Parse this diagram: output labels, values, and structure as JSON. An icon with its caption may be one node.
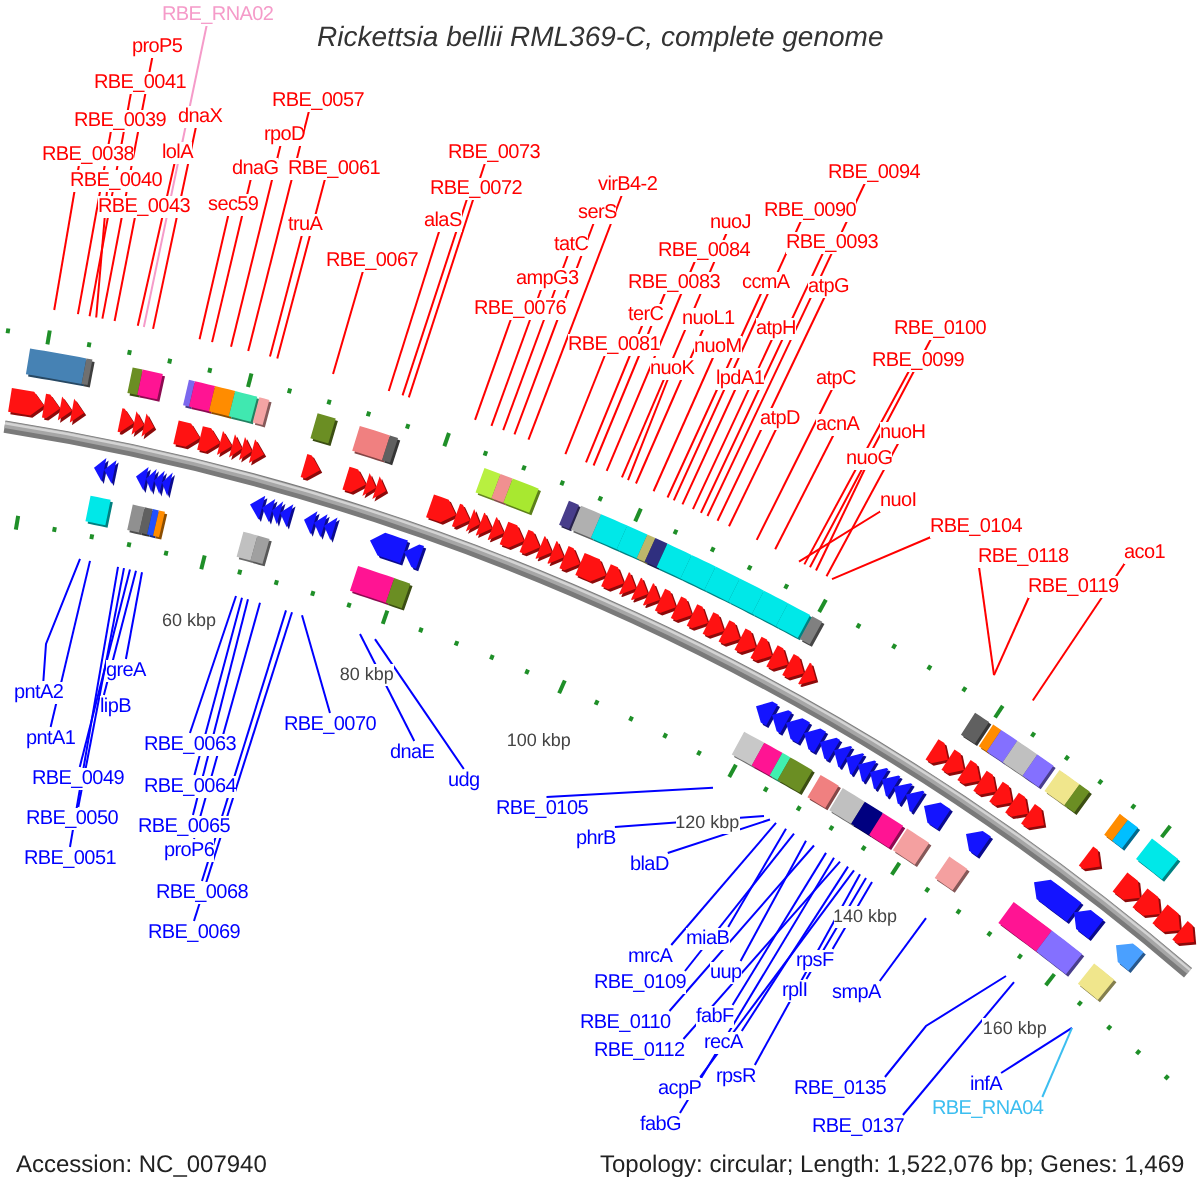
{
  "diagram": {
    "title": "Rickettsia bellii RML369-C, complete genome",
    "nodes": [
      {
        "text": [
          "RBE_RNA02"
        ]
      },
      {
        "text": [
          "proP5"
        ]
      },
      {
        "text": [
          "RBE_0041"
        ]
      },
      {
        "text": [
          "RBE_0039"
        ]
      },
      {
        "text": [
          "dnaX"
        ]
      },
      {
        "text": [
          "RBE_0038"
        ]
      },
      {
        "text": [
          "lolA"
        ]
      },
      {
        "text": [
          "RBE_0040"
        ]
      },
      {
        "text": [
          "RBE_0043"
        ]
      },
      {
        "text": [
          "RBE_0057"
        ]
      },
      {
        "text": [
          "rpoD"
        ]
      },
      {
        "text": [
          "dnaG"
        ]
      },
      {
        "text": [
          "RBE_0061"
        ]
      },
      {
        "text": [
          "sec59"
        ]
      },
      {
        "text": [
          "truA"
        ]
      },
      {
        "text": [
          "RBE_0067"
        ]
      },
      {
        "text": [
          "RBE_0073"
        ]
      },
      {
        "text": [
          "RBE_0072"
        ]
      },
      {
        "text": [
          "alaS"
        ]
      },
      {
        "text": [
          "virB4-2"
        ]
      },
      {
        "text": [
          "serS"
        ]
      },
      {
        "text": [
          "tatC"
        ]
      },
      {
        "text": [
          "ampG3"
        ]
      },
      {
        "text": [
          "RBE_0076"
        ]
      },
      {
        "text": [
          "RBE_0094"
        ]
      },
      {
        "text": [
          "RBE_0090"
        ]
      },
      {
        "text": [
          "nuoJ"
        ]
      },
      {
        "text": [
          "RBE_0093"
        ]
      },
      {
        "text": [
          "RBE_0084"
        ]
      },
      {
        "text": [
          "RBE_0083"
        ]
      },
      {
        "text": [
          "ccmA"
        ]
      },
      {
        "text": [
          "atpG"
        ]
      },
      {
        "text": [
          "terC"
        ]
      },
      {
        "text": [
          "nuoL1"
        ]
      },
      {
        "text": [
          "atpH"
        ]
      },
      {
        "text": [
          "RBE_0100"
        ]
      },
      {
        "text": [
          "RBE_0081"
        ]
      },
      {
        "text": [
          "nuoM"
        ]
      },
      {
        "text": [
          "RBE_0099"
        ]
      },
      {
        "text": [
          "nuoK"
        ]
      },
      {
        "text": [
          "lpdA1"
        ]
      },
      {
        "text": [
          "atpC"
        ]
      },
      {
        "text": [
          "atpD"
        ]
      },
      {
        "text": [
          "acnA"
        ]
      },
      {
        "text": [
          "nuoH"
        ]
      },
      {
        "text": [
          "nuoG"
        ]
      },
      {
        "text": [
          "nuoI"
        ]
      },
      {
        "text": [
          "RBE_0104"
        ]
      },
      {
        "text": [
          "RBE_0118"
        ]
      },
      {
        "text": [
          "aco1"
        ]
      },
      {
        "text": [
          "RBE_0119"
        ]
      },
      {
        "text": [
          "pntA2"
        ]
      },
      {
        "text": [
          "greA"
        ]
      },
      {
        "text": [
          "lipB"
        ]
      },
      {
        "text": [
          "pntA1"
        ]
      },
      {
        "text": [
          "RBE_0049"
        ]
      },
      {
        "text": [
          "RBE_0050"
        ]
      },
      {
        "text": [
          "RBE_0051"
        ]
      },
      {
        "text": [
          "RBE_0063"
        ]
      },
      {
        "text": [
          "RBE_0064"
        ]
      },
      {
        "text": [
          "RBE_0065"
        ]
      },
      {
        "text": [
          "proP6"
        ]
      },
      {
        "text": [
          "RBE_0068"
        ]
      },
      {
        "text": [
          "RBE_0069"
        ]
      },
      {
        "text": [
          "RBE_0070"
        ]
      },
      {
        "text": [
          "dnaE"
        ]
      },
      {
        "text": [
          "udg"
        ]
      },
      {
        "text": [
          "RBE_0105"
        ]
      },
      {
        "text": [
          "phrB"
        ]
      },
      {
        "text": [
          "blaD"
        ]
      },
      {
        "text": [
          "miaB"
        ]
      },
      {
        "text": [
          "mrcA"
        ]
      },
      {
        "text": [
          "uup"
        ]
      },
      {
        "text": [
          "rpsF"
        ]
      },
      {
        "text": [
          "RBE_0109"
        ]
      },
      {
        "text": [
          "rplI"
        ]
      },
      {
        "text": [
          "smpA"
        ]
      },
      {
        "text": [
          "fabF"
        ]
      },
      {
        "text": [
          "RBE_0110"
        ]
      },
      {
        "text": [
          "recA"
        ]
      },
      {
        "text": [
          "RBE_0112"
        ]
      },
      {
        "text": [
          "rpsR"
        ]
      },
      {
        "text": [
          "acpP"
        ]
      },
      {
        "text": [
          "RBE_0135"
        ]
      },
      {
        "text": [
          "infA"
        ]
      },
      {
        "text": [
          "RBE_RNA04"
        ]
      },
      {
        "text": [
          "fabG"
        ]
      },
      {
        "text": [
          "RBE_0137"
        ]
      }
    ],
    "edges": [
      {
        "from": 0,
        "to": null,
        "arrow": "none",
        "color": "#f59bc9"
      },
      {
        "from": 1,
        "to": null,
        "arrow": "none"
      },
      {
        "from": 2,
        "to": null,
        "arrow": "none"
      },
      {
        "from": 3,
        "to": null,
        "arrow": "none"
      },
      {
        "from": 4,
        "to": null,
        "arrow": "none"
      },
      {
        "from": 5,
        "to": null,
        "arrow": "none"
      },
      {
        "from": 6,
        "to": null,
        "arrow": "none"
      },
      {
        "from": 7,
        "to": null,
        "arrow": "none"
      },
      {
        "from": 8,
        "to": null,
        "arrow": "none"
      },
      {
        "from": 9,
        "to": null,
        "arrow": "none"
      },
      {
        "from": 10,
        "to": null,
        "arrow": "none"
      },
      {
        "from": 11,
        "to": null,
        "arrow": "none"
      },
      {
        "from": 12,
        "to": null,
        "arrow": "none"
      },
      {
        "from": 13,
        "to": null,
        "arrow": "none"
      },
      {
        "from": 14,
        "to": null,
        "arrow": "none"
      },
      {
        "from": 15,
        "to": null,
        "arrow": "none"
      },
      {
        "from": 16,
        "to": null,
        "arrow": "none"
      },
      {
        "from": 17,
        "to": null,
        "arrow": "none"
      },
      {
        "from": 18,
        "to": null,
        "arrow": "none"
      },
      {
        "from": 19,
        "to": null,
        "arrow": "none"
      },
      {
        "from": 20,
        "to": null,
        "arrow": "none"
      },
      {
        "from": 21,
        "to": null,
        "arrow": "none"
      },
      {
        "from": 22,
        "to": null,
        "arrow": "none"
      },
      {
        "from": 23,
        "to": null,
        "arrow": "none"
      },
      {
        "from": 24,
        "to": null,
        "arrow": "none"
      },
      {
        "from": 25,
        "to": null,
        "arrow": "none"
      },
      {
        "from": 26,
        "to": null,
        "arrow": "none"
      },
      {
        "from": 27,
        "to": null,
        "arrow": "none"
      },
      {
        "from": 28,
        "to": null,
        "arrow": "none"
      },
      {
        "from": 29,
        "to": null,
        "arrow": "none"
      },
      {
        "from": 30,
        "to": null,
        "arrow": "none"
      },
      {
        "from": 31,
        "to": null,
        "arrow": "none"
      },
      {
        "from": 32,
        "to": null,
        "arrow": "none"
      },
      {
        "from": 33,
        "to": null,
        "arrow": "none"
      },
      {
        "from": 34,
        "to": null,
        "arrow": "none"
      },
      {
        "from": 35,
        "to": null,
        "arrow": "none"
      },
      {
        "from": 36,
        "to": null,
        "arrow": "none"
      },
      {
        "from": 37,
        "to": null,
        "arrow": "none"
      },
      {
        "from": 38,
        "to": null,
        "arrow": "none"
      },
      {
        "from": 39,
        "to": null,
        "arrow": "none"
      },
      {
        "from": 40,
        "to": null,
        "arrow": "none"
      },
      {
        "from": 41,
        "to": null,
        "arrow": "none"
      },
      {
        "from": 42,
        "to": null,
        "arrow": "none"
      },
      {
        "from": 43,
        "to": null,
        "arrow": "none"
      },
      {
        "from": 44,
        "to": null,
        "arrow": "none"
      },
      {
        "from": 45,
        "to": null,
        "arrow": "none"
      },
      {
        "from": 46,
        "to": null,
        "arrow": "none"
      },
      {
        "from": 47,
        "to": null,
        "arrow": "none"
      },
      {
        "from": 48,
        "to": null,
        "arrow": "none"
      },
      {
        "from": 49,
        "to": null,
        "arrow": "none"
      },
      {
        "from": 50,
        "to": null,
        "arrow": "none"
      },
      {
        "from": 51,
        "to": null,
        "arrow": "none",
        "color": "#0000ff"
      },
      {
        "from": 52,
        "to": null,
        "arrow": "none",
        "color": "#0000ff"
      },
      {
        "from": 53,
        "to": null,
        "arrow": "none",
        "color": "#0000ff"
      },
      {
        "from": 54,
        "to": null,
        "arrow": "none",
        "color": "#0000ff"
      },
      {
        "from": 55,
        "to": null,
        "arrow": "none",
        "color": "#0000ff"
      },
      {
        "from": 56,
        "to": null,
        "arrow": "none",
        "color": "#0000ff"
      },
      {
        "from": 57,
        "to": null,
        "arrow": "none",
        "color": "#0000ff"
      },
      {
        "from": 58,
        "to": null,
        "arrow": "none",
        "color": "#0000ff"
      },
      {
        "from": 59,
        "to": null,
        "arrow": "none",
        "color": "#0000ff"
      },
      {
        "from": 60,
        "to": null,
        "arrow": "none",
        "color": "#0000ff"
      },
      {
        "from": 61,
        "to": null,
        "arrow": "none",
        "color": "#0000ff"
      },
      {
        "from": 62,
        "to": null,
        "arrow": "none",
        "color": "#0000ff"
      },
      {
        "from": 63,
        "to": null,
        "arrow": "none",
        "color": "#0000ff"
      },
      {
        "from": 64,
        "to": null,
        "arrow": "none",
        "color": "#0000ff"
      },
      {
        "from": 65,
        "to": null,
        "arrow": "none",
        "color": "#0000ff"
      },
      {
        "from": 66,
        "to": null,
        "arrow": "none",
        "color": "#0000ff"
      },
      {
        "from": 67,
        "to": null,
        "arrow": "none",
        "color": "#0000ff"
      },
      {
        "from": 68,
        "to": null,
        "arrow": "none",
        "color": "#0000ff"
      },
      {
        "from": 69,
        "to": null,
        "arrow": "none",
        "color": "#0000ff"
      },
      {
        "from": 70,
        "to": null,
        "arrow": "none",
        "color": "#0000ff"
      },
      {
        "from": 71,
        "to": null,
        "arrow": "none",
        "color": "#0000ff"
      },
      {
        "from": 72,
        "to": null,
        "arrow": "none",
        "color": "#0000ff"
      },
      {
        "from": 73,
        "to": null,
        "arrow": "none",
        "color": "#0000ff"
      },
      {
        "from": 74,
        "to": null,
        "arrow": "none",
        "color": "#0000ff"
      },
      {
        "from": 75,
        "to": null,
        "arrow": "none",
        "color": "#0000ff"
      },
      {
        "from": 76,
        "to": null,
        "arrow": "none",
        "color": "#0000ff"
      },
      {
        "from": 77,
        "to": null,
        "arrow": "none",
        "color": "#0000ff"
      },
      {
        "from": 78,
        "to": null,
        "arrow": "none",
        "color": "#0000ff"
      },
      {
        "from": 79,
        "to": null,
        "arrow": "none",
        "color": "#0000ff"
      },
      {
        "from": 80,
        "to": null,
        "arrow": "none",
        "color": "#0000ff"
      },
      {
        "from": 81,
        "to": null,
        "arrow": "none",
        "color": "#0000ff"
      },
      {
        "from": 82,
        "to": null,
        "arrow": "none",
        "color": "#0000ff"
      },
      {
        "from": 83,
        "to": null,
        "arrow": "none",
        "color": "#0000ff"
      },
      {
        "from": 84,
        "to": null,
        "arrow": "none",
        "color": "#0000ff"
      },
      {
        "from": 85,
        "to": null,
        "arrow": "none",
        "color": "#3cbef0"
      },
      {
        "from": 86,
        "to": null,
        "arrow": "none",
        "color": "#0000ff"
      },
      {
        "from": 87,
        "to": null,
        "arrow": "none",
        "color": "#0000ff"
      }
    ],
    "labels": [
      "60 kbp",
      "80 kbp",
      "100 kbp",
      "120 kbp",
      "140 kbp",
      "160 kbp",
      "Accession: NC_007940",
      "Topology: circular; Length: 1,522,076 bp; Genes: 1,469"
    ]
  }
}
